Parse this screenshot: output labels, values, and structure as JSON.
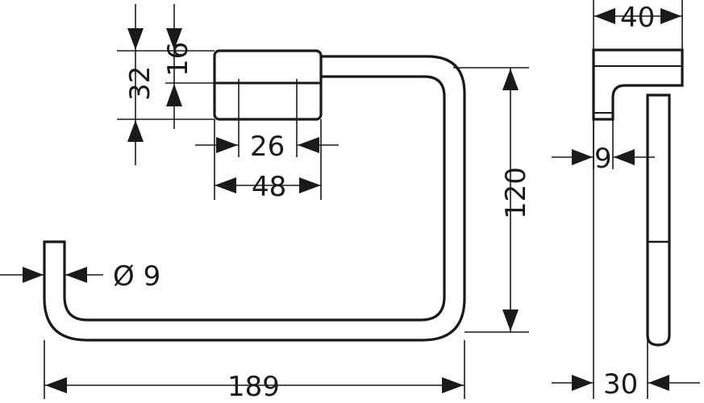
{
  "dimensions": {
    "dim_40": "40",
    "dim_16": "16",
    "dim_32": "32",
    "dim_26": "26",
    "dim_48": "48",
    "dim_120": "120",
    "dim_9_side": "9",
    "dim_diameter": "Ø 9",
    "dim_189": "189",
    "dim_30": "30"
  }
}
